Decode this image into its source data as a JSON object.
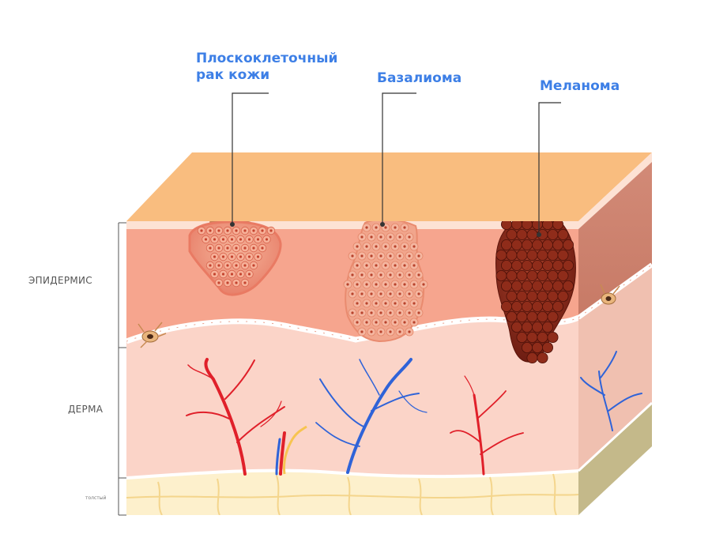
{
  "labels": {
    "scc_line1": "Плоскоклеточный",
    "scc_line2": "рак кожи",
    "basalioma": "Базалиома",
    "melanoma": "Меланома"
  },
  "layers": {
    "epidermis": "ЭПИДЕРМИС",
    "dermis": "ДЕРМА",
    "hypodermis": "толстый"
  },
  "colors": {
    "title": "#3d7fe6",
    "top": "#f9bd7f",
    "epidermis": "#f6a58e",
    "dermis": "#fbd4c8",
    "fat": "#fdf0cc",
    "artery": "#e0202a",
    "vein": "#2f63d8",
    "melanoma": "#8e2a1c"
  }
}
